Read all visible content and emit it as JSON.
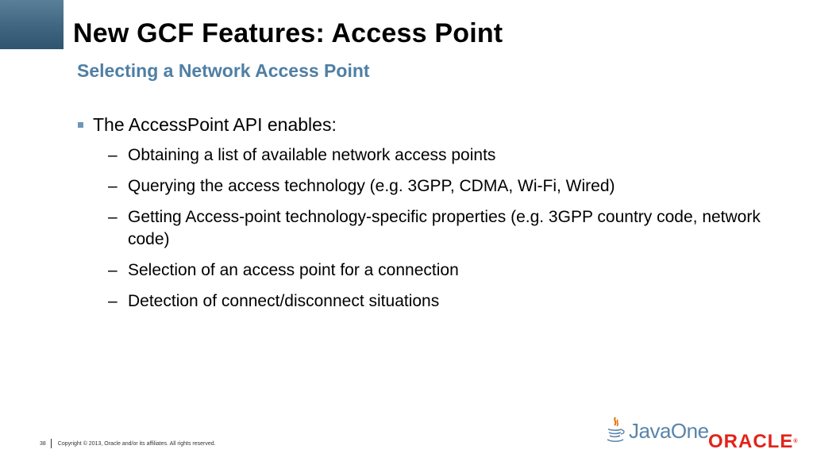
{
  "slide": {
    "title": "New GCF Features: Access Point",
    "subtitle": "Selecting a Network Access Point",
    "bullet": "The AccessPoint API enables:",
    "sub_items": [
      {
        "dash": "–",
        "text": "Obtaining a list of available network access points"
      },
      {
        "dash": "–",
        "text": "Querying the access technology (e.g. 3GPP, CDMA, Wi-Fi, Wired)"
      },
      {
        "dash": "–",
        "text": "Getting Access-point technology-specific properties (e.g. 3GPP country code, network code)"
      },
      {
        "dash": "–",
        "text": "Selection of an access point for a connection"
      },
      {
        "dash": "–",
        "text": "Detection of connect/disconnect situations"
      }
    ]
  },
  "footer": {
    "page_number": "38",
    "copyright": "Copyright © 2013, Oracle and/or its affiliates. All rights reserved.",
    "javaone_logo": "JavaOne",
    "oracle_logo": "ORACLE"
  },
  "colors": {
    "accent": "#3f6580",
    "subtitle": "#4f7fa4",
    "bullet": "#6f96b5",
    "oracle_red": "#e2231a"
  }
}
